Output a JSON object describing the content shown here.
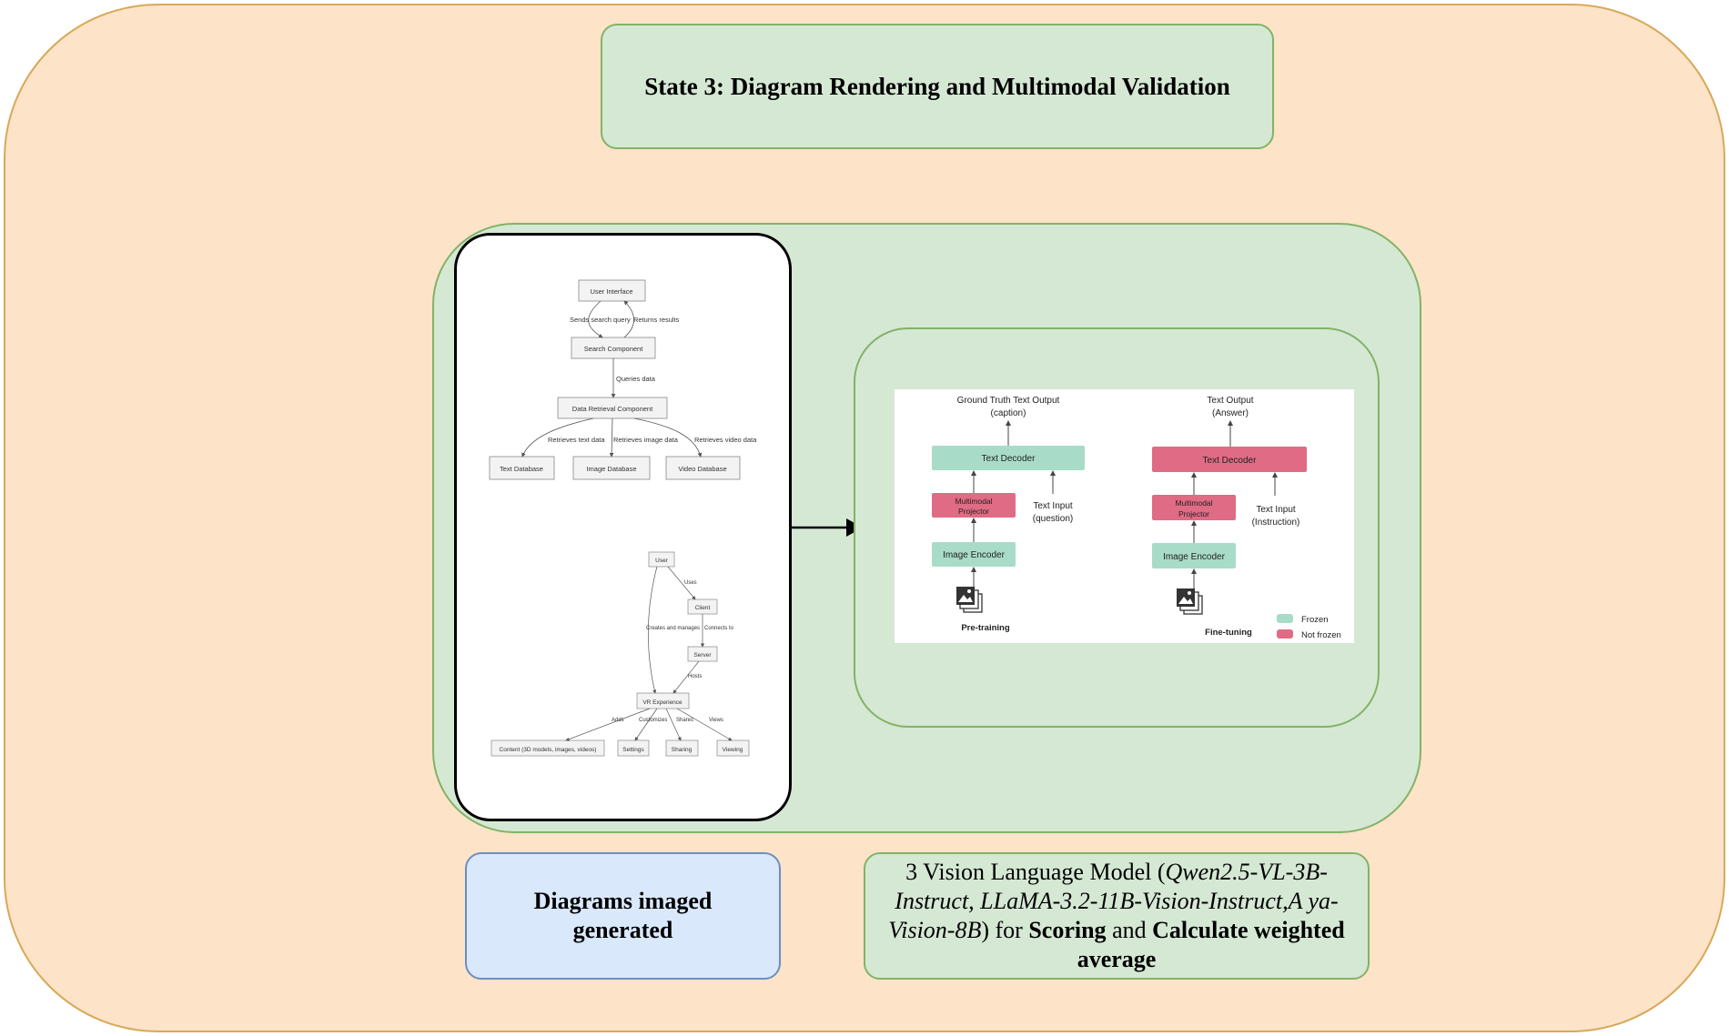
{
  "title": "State 3: Diagram Rendering and Multimodal Validation",
  "diagram1": {
    "user_interface": "User Interface",
    "sends_search_query": "Sends search query",
    "returns_results": "Returns results",
    "search_component": "Search Component",
    "queries_data": "Queries data",
    "data_retrieval_component": "Data Retrieval Component",
    "retrieves_text_data": "Retrieves text data",
    "retrieves_image_data": "Retrieves image data",
    "retrieves_video_data": "Retrieves video data",
    "text_database": "Text Database",
    "image_database": "Image Database",
    "video_database": "Video Database"
  },
  "diagram2": {
    "user": "User",
    "uses": "Uses",
    "client": "Client",
    "creates_and_manages": "Creates and manages",
    "connects_to": "Connects to",
    "server": "Server",
    "hosts": "Hosts",
    "vr_experience": "VR Experience",
    "adds": "Adds",
    "customizes": "Customizes",
    "shares": "Shares",
    "views": "Views",
    "content": "Content (3D models, images, videos)",
    "settings": "Settings",
    "sharing": "Sharing",
    "viewing": "Viewing"
  },
  "vlm": {
    "pretraining": {
      "output_line1": "Ground Truth Text Output",
      "output_line2": "(caption)",
      "text_decoder": "Text Decoder",
      "projector_line1": "Multimodal",
      "projector_line2": "Projector",
      "input_line1": "Text Input",
      "input_line2": "(question)",
      "image_encoder": "Image Encoder",
      "caption": "Pre-training"
    },
    "finetuning": {
      "output_line1": "Text Output",
      "output_line2": "(Answer)",
      "text_decoder": "Text Decoder",
      "projector_line1": "Multimodal",
      "projector_line2": "Projector",
      "input_line1": "Text Input",
      "input_line2": "(Instruction)",
      "image_encoder": "Image Encoder",
      "caption": "Fine-tuning"
    },
    "legend_frozen": "Frozen",
    "legend_not_frozen": "Not frozen"
  },
  "colors": {
    "frozen": "#a8dcc8",
    "not_frozen": "#e06b84"
  },
  "label_left": "Diagrams imaged generated",
  "label_right": {
    "prefix": "3 Vision Language Model (",
    "models": "Qwen2.5-VL-3B-Instruct, LLaMA-3.2-11B-Vision-Instruct,A ya-Vision-8B",
    "mid": ") for ",
    "scoring": "Scoring",
    "and": " and ",
    "calculate": "Calculate weighted average"
  }
}
